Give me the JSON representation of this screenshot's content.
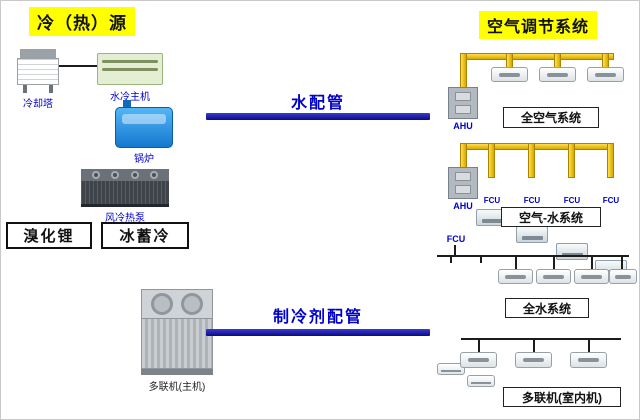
{
  "colors": {
    "highlight": "#ffff00",
    "labelblue": "#0000cc",
    "barblue": "#0b0b80",
    "pipeyellow": "#e8b800"
  },
  "titles": {
    "left": "冷（热）源",
    "right": "空气调节系统"
  },
  "source": {
    "cooling_tower": "冷却塔",
    "water_chiller": "水冷主机",
    "boiler": "锅炉",
    "air_heat_pump": "风冷热泵",
    "libr": "溴化锂",
    "ice_storage": "冰蓄冷",
    "vrf_outdoor": "多联机(主机)"
  },
  "pipes": {
    "water": "水配管",
    "refrigerant": "制冷剂配管"
  },
  "systems": {
    "ahu": "AHU",
    "fcu": "FCU",
    "all_air": "全空气系统",
    "air_water": "空气-水系统",
    "all_water": "全水系统",
    "vrf_indoor": "多联机(室内机)"
  }
}
